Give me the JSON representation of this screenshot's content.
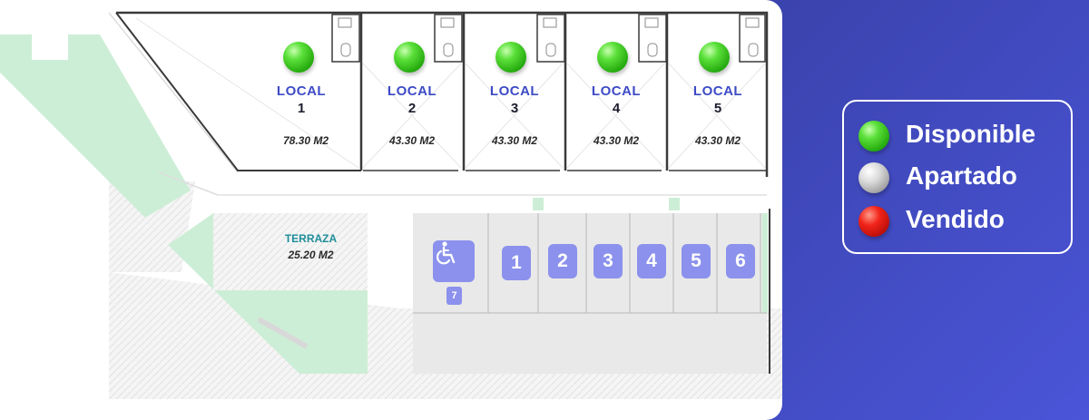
{
  "units": [
    {
      "label": "LOCAL",
      "number": "1",
      "area": "78.30 M2",
      "status": "disponible"
    },
    {
      "label": "LOCAL",
      "number": "2",
      "area": "43.30 M2",
      "status": "disponible"
    },
    {
      "label": "LOCAL",
      "number": "3",
      "area": "43.30 M2",
      "status": "disponible"
    },
    {
      "label": "LOCAL",
      "number": "4",
      "area": "43.30 M2",
      "status": "disponible"
    },
    {
      "label": "LOCAL",
      "number": "5",
      "area": "43.30 M2",
      "status": "disponible"
    }
  ],
  "terraza": {
    "label": "TERRAZA",
    "area": "25.20 M2"
  },
  "parking": {
    "spots": [
      "1",
      "2",
      "3",
      "4",
      "5",
      "6"
    ],
    "accessible_spot": "7",
    "accessible_icon": "wheelchair-icon"
  },
  "legend": [
    {
      "label": "Disponible",
      "color": "#3ec21f"
    },
    {
      "label": "Apartado",
      "color": "#bdbdbd"
    },
    {
      "label": "Vendido",
      "color": "#e0140c"
    }
  ],
  "colors": {
    "background": "#3c44b0",
    "accent_blue": "#3d4bc6",
    "parking_badge": "#8b91ec",
    "green_area": "#cdeed6",
    "terraza_text": "#1f8e9a"
  }
}
